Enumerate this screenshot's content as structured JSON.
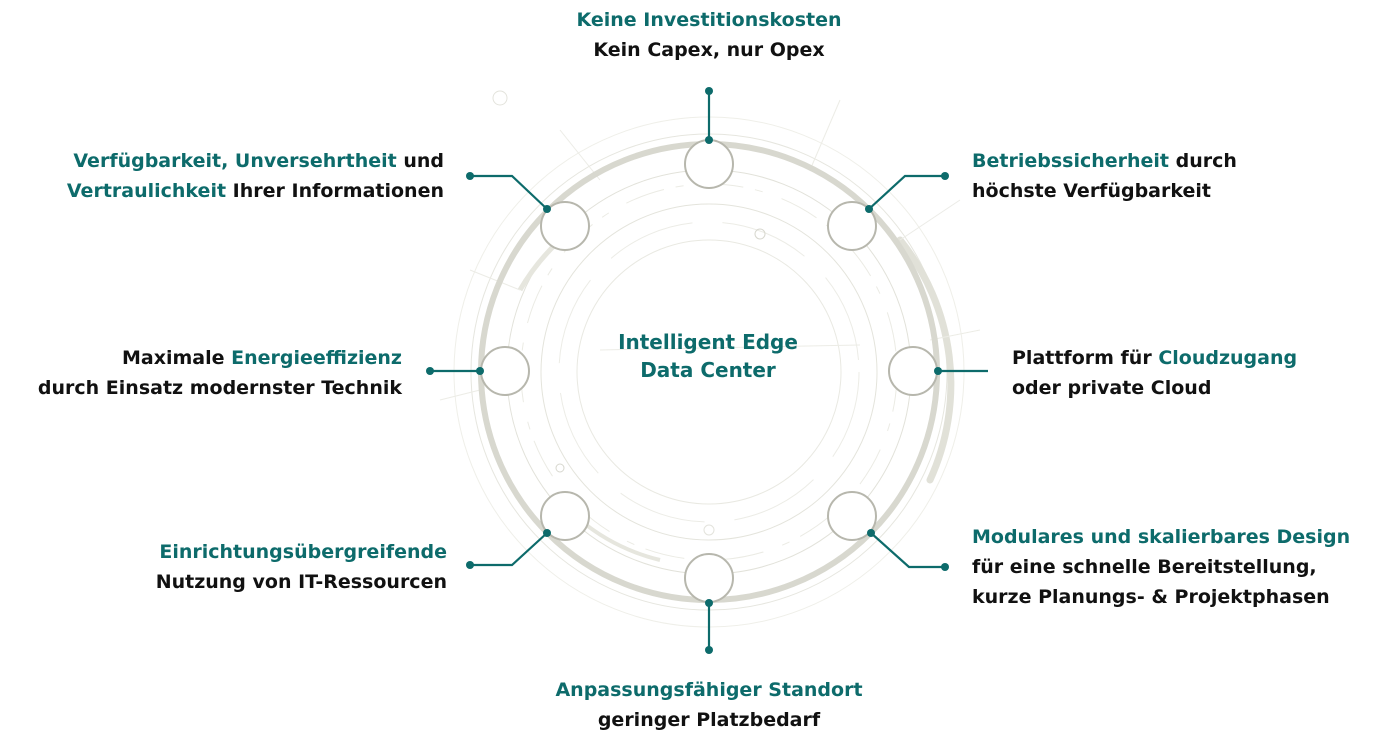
{
  "center": {
    "line1": "Intelligent Edge",
    "line2": "Data Center"
  },
  "colors": {
    "accent": "#0d6b6b",
    "text": "#111111",
    "ring": "#d8d8cf",
    "node_stroke": "#b7b7ad"
  },
  "items": {
    "top": {
      "l1_teal": "Keine Investitionskosten",
      "l2": "Kein Capex, nur Opex"
    },
    "top_right": {
      "l1_teal": "Betriebssicherheit",
      "l1_rest": " durch",
      "l2": "höchste Verfügbarkeit"
    },
    "right": {
      "l1_pre": "Plattform für ",
      "l1_teal": "Cloudzugang",
      "l2": "oder private Cloud"
    },
    "bottom_right": {
      "l1_teal": "Modulares und skalierbares Design",
      "l2": "für eine schnelle Bereitstellung,",
      "l3": "kurze Planungs- & Projektphasen"
    },
    "bottom": {
      "l1_teal": "Anpassungsfähiger Standort",
      "l2": "geringer Platzbedarf"
    },
    "bottom_left": {
      "l1_teal": "Einrichtungsübergreifende",
      "l2": "Nutzung von IT-Ressourcen"
    },
    "left": {
      "l1_pre": "Maximale ",
      "l1_teal": "Energieeffizienz",
      "l2": "durch Einsatz modernster Technik"
    },
    "top_left": {
      "l1_teal_a": "Verfügbarkeit, Unversehrtheit",
      "l1_rest": " und",
      "l2_teal": "Vertraulichkeit",
      "l2_rest": " Ihrer Informationen"
    }
  }
}
